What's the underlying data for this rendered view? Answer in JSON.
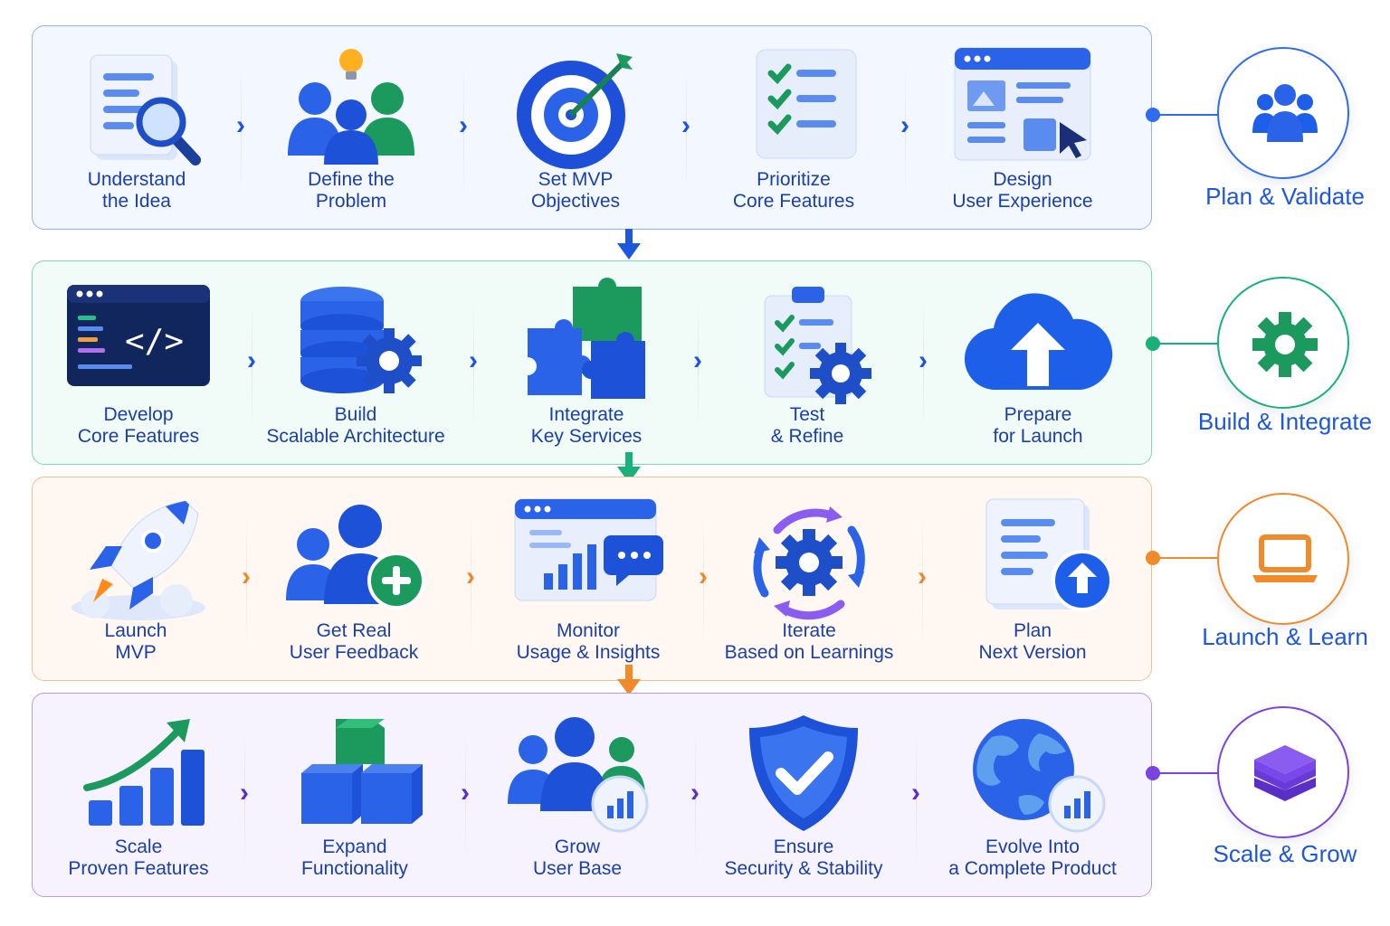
{
  "rows": [
    {
      "color": "#2f6cf0",
      "bg": "#f1f6ff",
      "chevron": "#1d57e0",
      "phase": {
        "label": "Plan & Validate",
        "icon": "team-icon"
      },
      "steps": [
        {
          "line1": "Understand",
          "line2": "the Idea",
          "icon": "document-search-icon"
        },
        {
          "line1": "Define the",
          "line2": "Problem",
          "icon": "team-lightbulb-icon"
        },
        {
          "line1": "Set MVP",
          "line2": "Objectives",
          "icon": "target-icon"
        },
        {
          "line1": "Prioritize",
          "line2": "Core Features",
          "icon": "checklist-icon"
        },
        {
          "line1": "Design",
          "line2": "User Experience",
          "icon": "browser-wireframe-icon"
        }
      ]
    },
    {
      "color": "#19b07a",
      "bg": "#f1fbf7",
      "chevron": "#1d57e0",
      "phase": {
        "label": "Build & Integrate",
        "icon": "gear-icon"
      },
      "steps": [
        {
          "line1": "Develop",
          "line2": "Core Features",
          "icon": "code-window-icon"
        },
        {
          "line1": "Build",
          "line2": "Scalable Architecture",
          "icon": "database-gear-icon"
        },
        {
          "line1": "Integrate",
          "line2": "Key Services",
          "icon": "puzzle-icon"
        },
        {
          "line1": "Test",
          "line2": "& Refine",
          "icon": "clipboard-gear-icon"
        },
        {
          "line1": "Prepare",
          "line2": "for Launch",
          "icon": "cloud-upload-icon"
        }
      ]
    },
    {
      "color": "#f08a2a",
      "bg": "#fff8f2",
      "chevron": "#f08a2a",
      "phase": {
        "label": "Launch & Learn",
        "icon": "laptop-icon"
      },
      "steps": [
        {
          "line1": "Launch",
          "line2": "MVP",
          "icon": "rocket-icon"
        },
        {
          "line1": "Get Real",
          "line2": "User Feedback",
          "icon": "add-user-icon"
        },
        {
          "line1": "Monitor",
          "line2": "Usage & Insights",
          "icon": "analytics-window-icon"
        },
        {
          "line1": "Iterate",
          "line2": "Based on Learnings",
          "icon": "cycle-gear-icon"
        },
        {
          "line1": "Plan",
          "line2": "Next Version",
          "icon": "document-upload-icon"
        }
      ]
    },
    {
      "color": "#7a44e0",
      "bg": "#f6f3ff",
      "chevron": "#5a2fd0",
      "phase": {
        "label": "Scale & Grow",
        "icon": "layers-icon"
      },
      "steps": [
        {
          "line1": "Scale",
          "line2": "Proven Features",
          "icon": "growth-chart-icon"
        },
        {
          "line1": "Expand",
          "line2": "Functionality",
          "icon": "cubes-icon"
        },
        {
          "line1": "Grow",
          "line2": "User Base",
          "icon": "users-chart-icon"
        },
        {
          "line1": "Ensure",
          "line2": "Security & Stability",
          "icon": "shield-check-icon"
        },
        {
          "line1": "Evolve Into",
          "line2": "a Complete Product",
          "icon": "globe-chart-icon"
        }
      ]
    }
  ],
  "text_color": "#1a3fa8"
}
